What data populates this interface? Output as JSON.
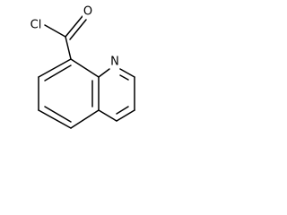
{
  "structure": {
    "atoms": {
      "chlorine": "Cl",
      "oxygen": "O",
      "nitrogen": "N"
    }
  }
}
